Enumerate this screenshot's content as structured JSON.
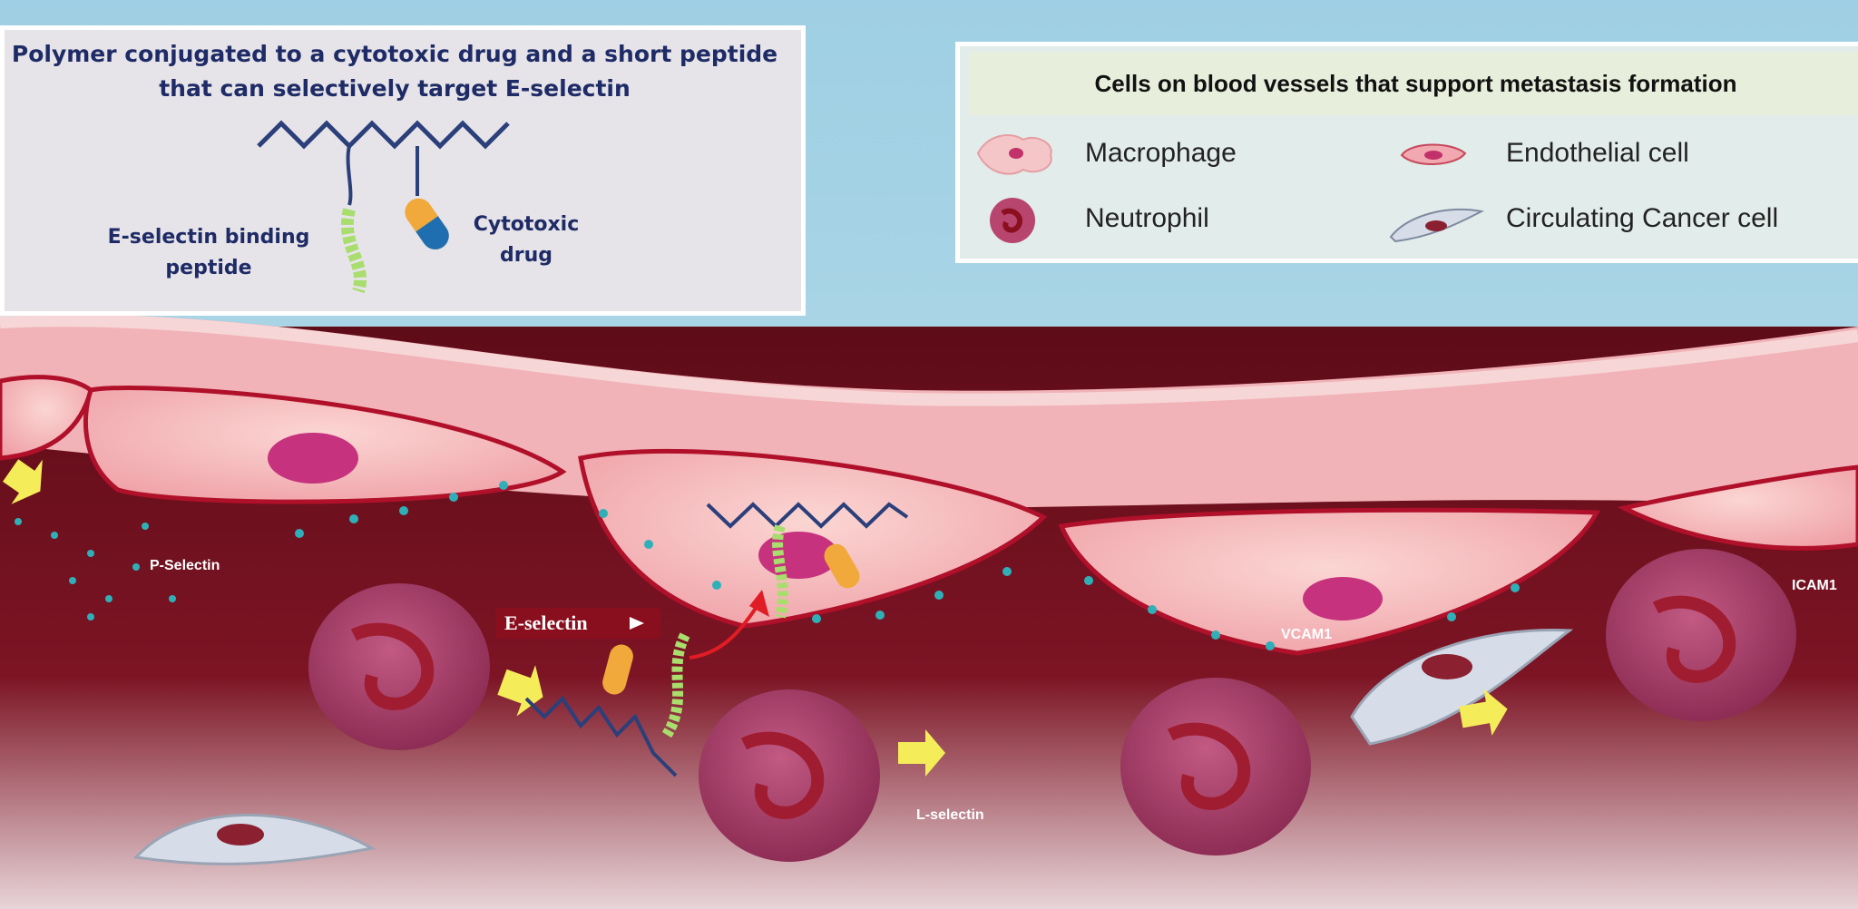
{
  "polymer_panel": {
    "title_line1": "Polymer conjugated to a cytotoxic drug and a short peptide",
    "title_line2": "that can selectively  target E-selectin",
    "peptide_label_line1": "E-selectin binding",
    "peptide_label_line2": "peptide",
    "drug_label_line1": "Cytotoxic",
    "drug_label_line2": "drug"
  },
  "legend": {
    "title": "Cells on blood vessels that support metastasis formation",
    "items": [
      {
        "label": "Macrophage",
        "icon": "macrophage-icon"
      },
      {
        "label": "Endothelial cell",
        "icon": "endothelial-cell-icon"
      },
      {
        "label": "Neutrophil",
        "icon": "neutrophil-icon"
      },
      {
        "label": "Circulating Cancer cell",
        "icon": "cancer-cell-icon"
      }
    ]
  },
  "scene_labels": {
    "p_selectin": "P-Selectin",
    "e_selectin": "E-selectin",
    "vcam1": "VCAM1",
    "icam1": "ICAM1",
    "l_selectin": "L-selectin"
  },
  "colors": {
    "sky": "#a9d4e6",
    "vessel_wall": "#f2b8bb",
    "blood": "#7a1020",
    "neutrophil": "#b8456e",
    "title_navy": "#1e2b66",
    "arrow_yellow": "#f5ec5a"
  }
}
